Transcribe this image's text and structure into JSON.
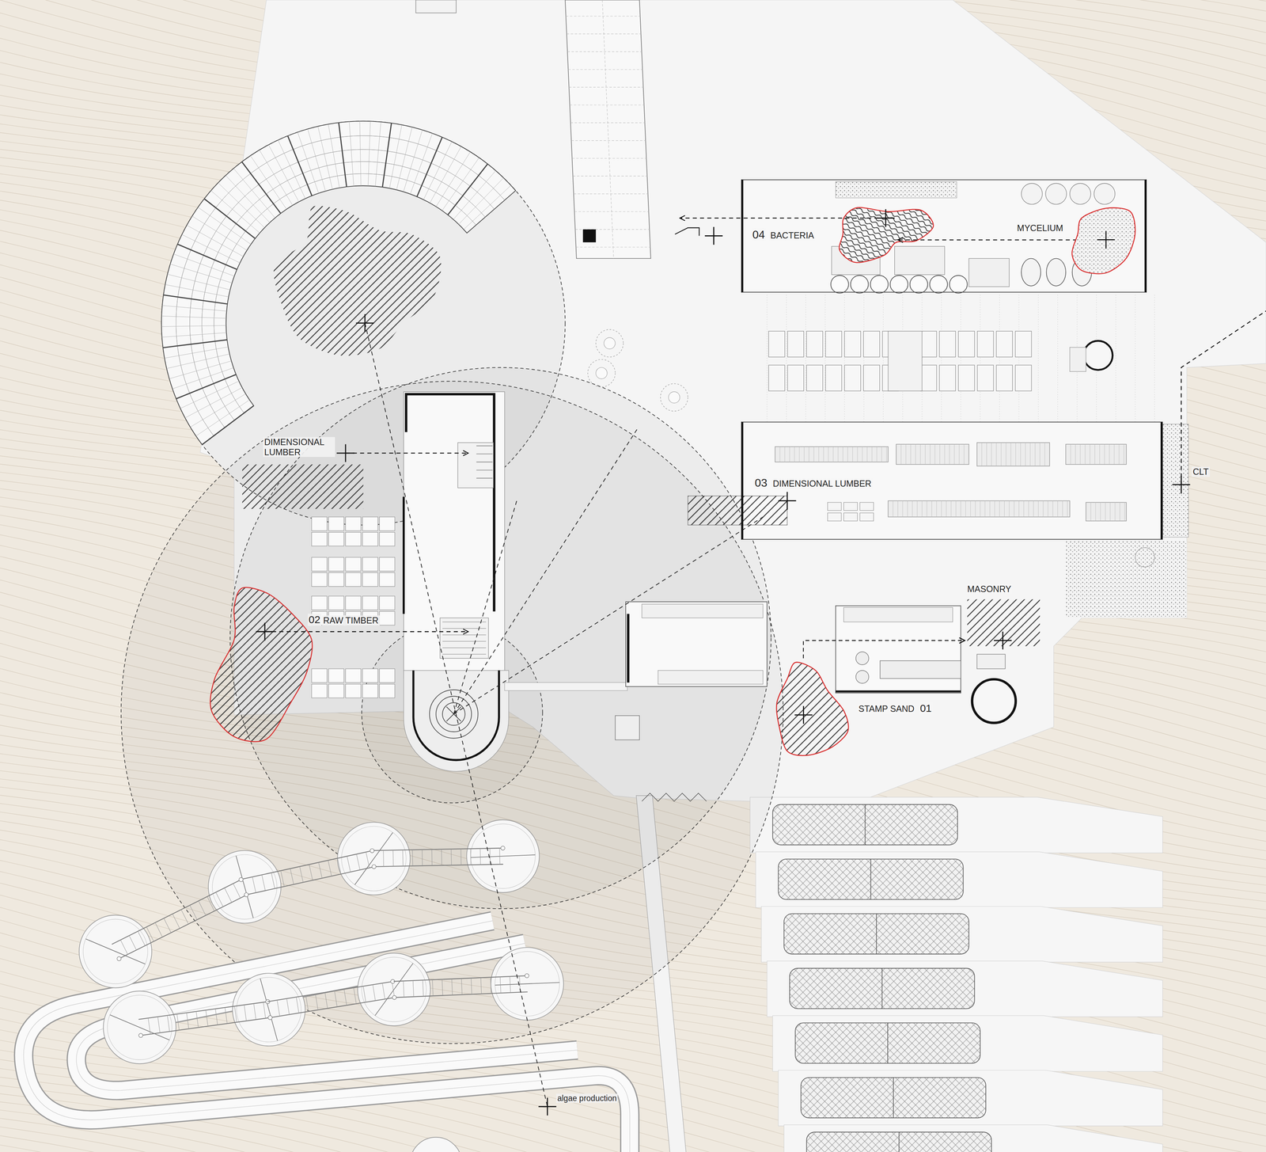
{
  "diagram": {
    "nodes": [
      {
        "text": [
          "04",
          "BACTERIA"
        ]
      },
      {
        "text": [
          "MYCELIUM"
        ],
        "in": 0
      },
      {
        "text": [
          "03",
          "DIMENSIONAL LUMBER"
        ]
      },
      {
        "text": [
          "STAMP SAND",
          "01"
        ]
      },
      {
        "text": [
          "MASONRY"
        ]
      }
    ],
    "edges": [
      {
        "from": 3,
        "to": 4,
        "arrow": "to"
      }
    ],
    "labels": [
      "DIMENSIONAL LUMBER",
      "02",
      "RAW TIMBER",
      "CLT",
      "algae production"
    ]
  }
}
